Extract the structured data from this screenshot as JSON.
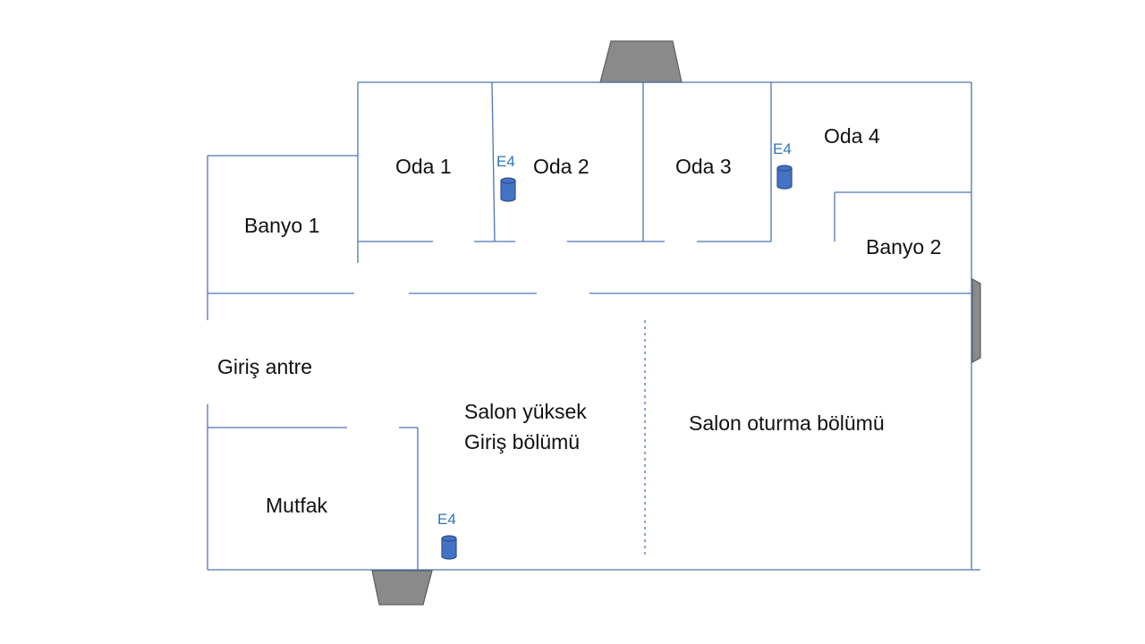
{
  "colors": {
    "wall": "#4f73b8",
    "sensor": "#4472c4",
    "sensor_label": "#2e75b6",
    "balcony": "#8a8a8a"
  },
  "rooms": {
    "oda1": "Oda 1",
    "oda2": "Oda 2",
    "oda3": "Oda 3",
    "oda4": "Oda 4",
    "banyo1": "Banyo 1",
    "banyo2": "Banyo 2",
    "giris_antre": "Giriş antre",
    "salon_yuksek_line1": "Salon yüksek",
    "salon_yuksek_line2": "Giriş bölümü",
    "salon_oturma": "Salon oturma bölümü",
    "mutfak": "Mutfak"
  },
  "sensors": [
    {
      "label": "E4",
      "room": "Oda 2"
    },
    {
      "label": "E4",
      "room": "Oda 4"
    },
    {
      "label": "E4",
      "room": "Salon yüksek Giriş bölümü"
    }
  ]
}
